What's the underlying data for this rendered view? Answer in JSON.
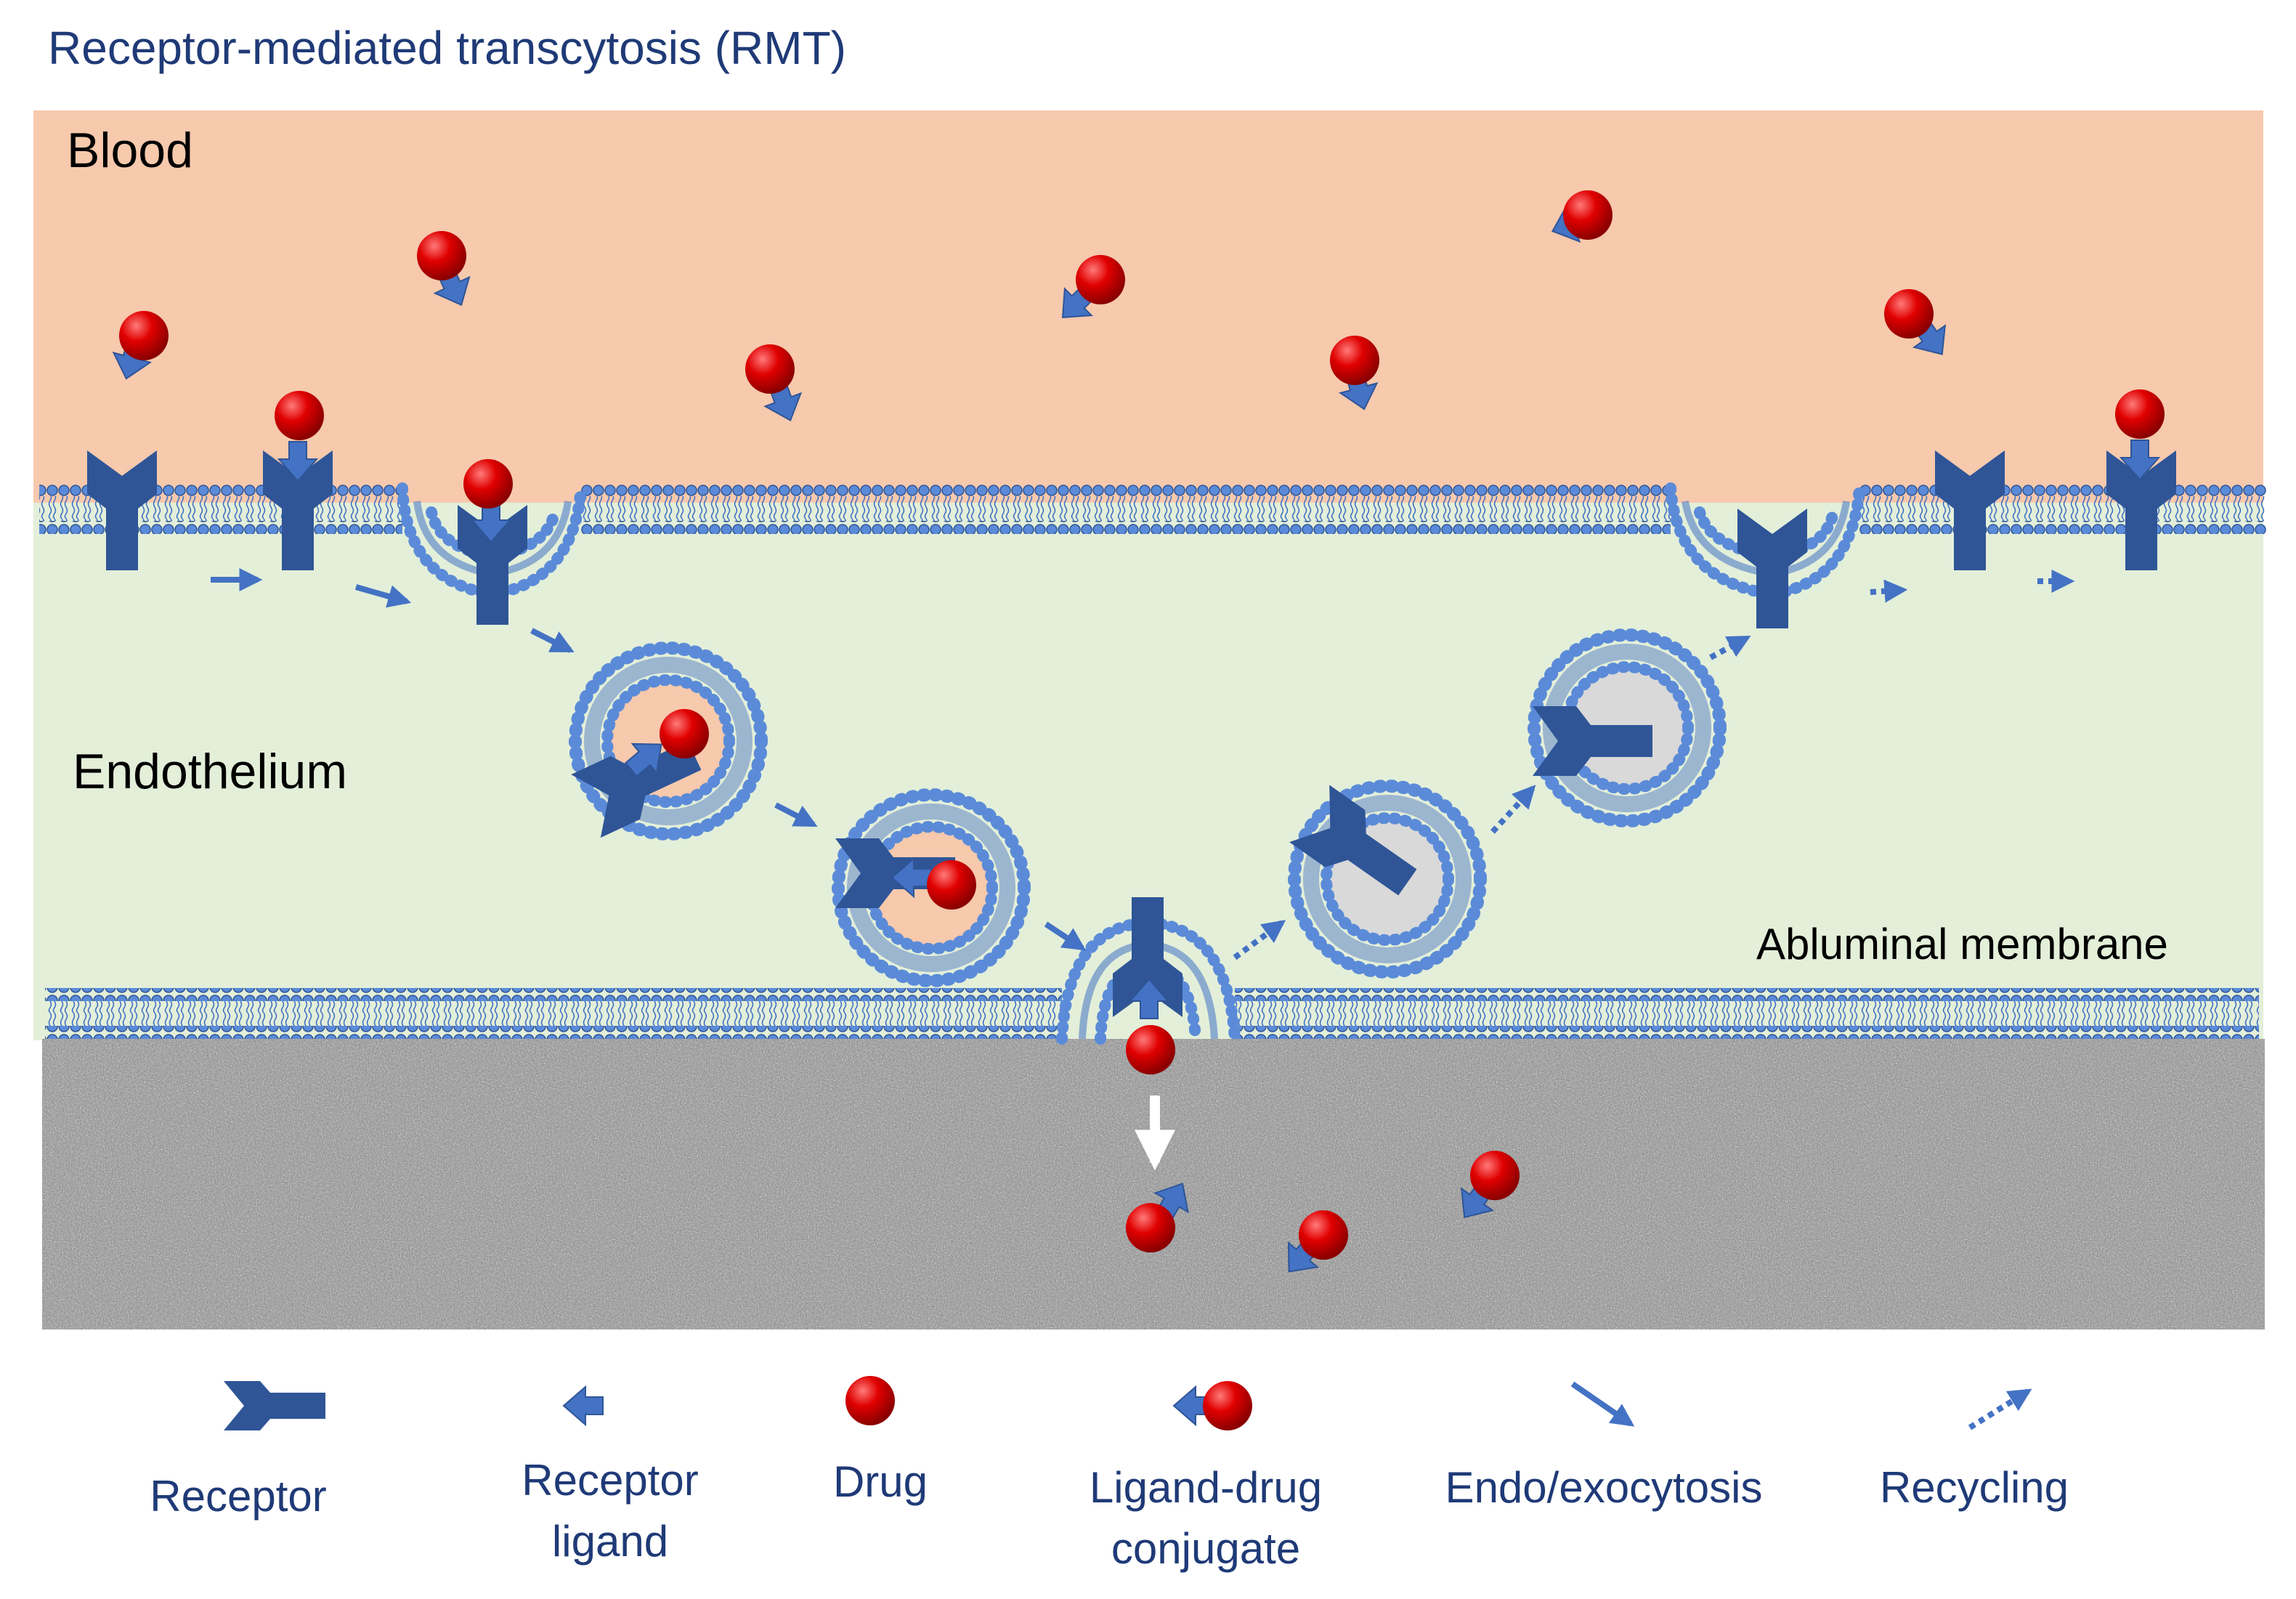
{
  "title": "Receptor-mediated transcytosis (RMT)",
  "regions": {
    "blood": "Blood",
    "endothelium": "Endothelium",
    "abluminal": "Abluminal membrane"
  },
  "legend": {
    "receptor": "Receptor",
    "receptor_ligand_1": "Receptor",
    "receptor_ligand_2": "ligand",
    "drug": "Drug",
    "conjugate_1": "Ligand-drug",
    "conjugate_2": "conjugate",
    "endo_exocytosis": "Endo/exocytosis",
    "recycling": "Recycling"
  },
  "colors": {
    "title_text": "#1f3a77",
    "blood_bg": "#f7c9ad",
    "endothelium_bg": "#e3efd9",
    "brain_bg": "#9a9a9a",
    "membrane": "#4472c4",
    "receptor": "#2f5597",
    "ligand": "#4472c4",
    "drug": "#e00000",
    "vesicle_empty": "#d9d9d9"
  },
  "icons": [
    "receptor-icon",
    "receptor-ligand-icon",
    "drug-icon",
    "ligand-drug-conjugate-icon",
    "solid-arrow-icon",
    "dotted-arrow-icon"
  ]
}
